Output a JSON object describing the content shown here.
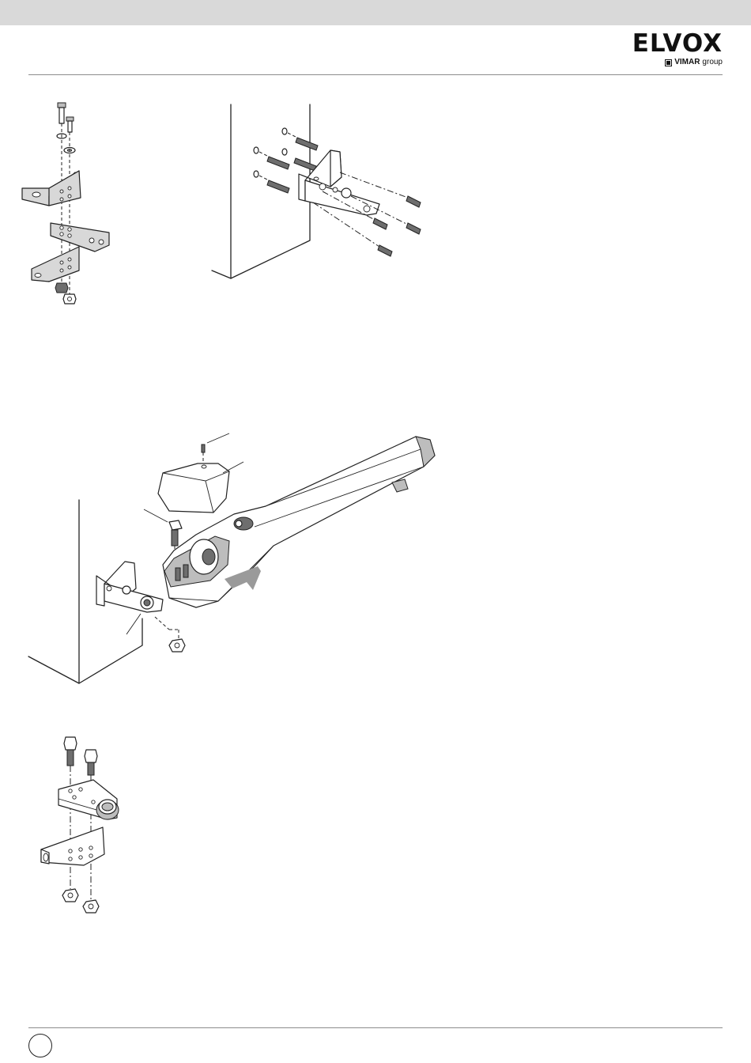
{
  "header": {
    "brand": "ELVOX",
    "brand_sub_company": "VIMAR",
    "brand_sub_group": "group"
  },
  "figures": [
    {
      "id": "bracket-stack-exploded",
      "icons": [
        "bolt-icon",
        "washer-icon",
        "bracket-icon",
        "nut-icon"
      ]
    },
    {
      "id": "wall-mount-bracket",
      "icons": [
        "wall-icon",
        "anchor-plug-icon",
        "screw-icon",
        "bracket-icon"
      ]
    },
    {
      "id": "operator-arm-assembly",
      "icons": [
        "operator-arm-icon",
        "cover-icon",
        "bolt-icon",
        "nut-icon",
        "arrow-icon"
      ]
    },
    {
      "id": "pivot-bracket-exploded",
      "icons": [
        "bolt-icon",
        "bracket-icon",
        "bushing-icon",
        "nut-icon"
      ]
    }
  ],
  "colors": {
    "header_band": "#d9d9d9",
    "rule": "#8c8c8c",
    "line_art": "#222222",
    "plate_fill": "#d8d8d8"
  }
}
